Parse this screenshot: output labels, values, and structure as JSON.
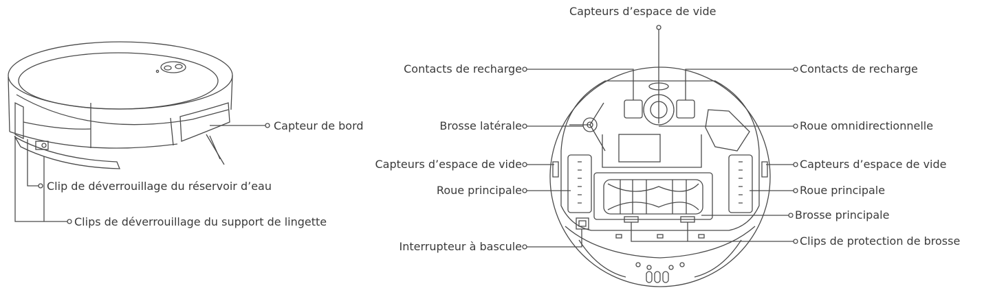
{
  "colors": {
    "line": "#4a4a4a",
    "text": "#3a3a3a",
    "background": "#ffffff"
  },
  "labels": {
    "capteur_bord": "Capteur de bord",
    "clip_reservoir": "Clip de déverrouillage du réservoir d’eau",
    "clips_lingette": "Clips de déverrouillage du support de lingette",
    "capteurs_vide_haut": "Capteurs d’espace de vide",
    "contacts_gauche": "Contacts de recharge",
    "contacts_droite": "Contacts de recharge",
    "brosse_laterale": "Brosse latérale",
    "roue_omni": "Roue omnidirectionnelle",
    "capteurs_vide_gauche": "Capteurs d’espace de vide",
    "capteurs_vide_droite": "Capteurs d’espace de vide",
    "roue_principale_gauche": "Roue principale",
    "roue_principale_droite": "Roue principale",
    "brosse_principale": "Brosse principale",
    "interrupteur": "Interrupteur à bascule",
    "clips_protection": "Clips de protection de brosse"
  }
}
